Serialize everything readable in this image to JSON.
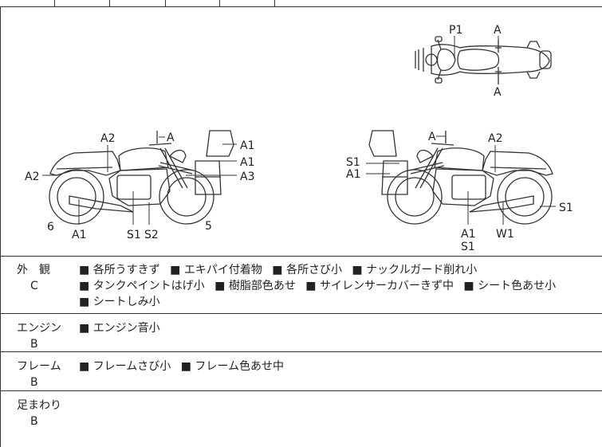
{
  "diagram": {
    "labels": {
      "top_p1": "P1",
      "top_a_upper": "A",
      "top_a_lower": "A",
      "l_a_mirror": "A",
      "l_a2_tank": "A2",
      "l_a2_tail": "A2",
      "l_a1_top": "A1",
      "l_a1_mid": "A1",
      "l_a3": "A3",
      "l_6": "6",
      "l_a1_bottom": "A1",
      "l_s1": "S1",
      "l_s2": "S2",
      "l_5": "5",
      "r_a_mirror": "A",
      "r_a2": "A2",
      "r_s1_left": "S1",
      "r_a1_left": "A1",
      "r_s1_right": "S1",
      "r_a1_bottom": "A1",
      "r_s1_bottom": "S1",
      "r_w1": "W1"
    }
  },
  "sections": [
    {
      "name": "外　観",
      "grade": "C",
      "items": [
        "各所うすきず",
        "エキパイ付着物",
        "各所さび小",
        "ナックルガード削れ小",
        "タンクペイントはげ小",
        "樹脂部色あせ",
        "サイレンサーカバーきず中",
        "シート色あせ小",
        "シートしみ小"
      ]
    },
    {
      "name": "エンジン",
      "grade": "B",
      "items": [
        "エンジン音小"
      ]
    },
    {
      "name": "フレーム",
      "grade": "B",
      "items": [
        "フレームさび小",
        "フレーム色あせ中"
      ]
    },
    {
      "name": "足まわり",
      "grade": "B",
      "items": []
    }
  ]
}
